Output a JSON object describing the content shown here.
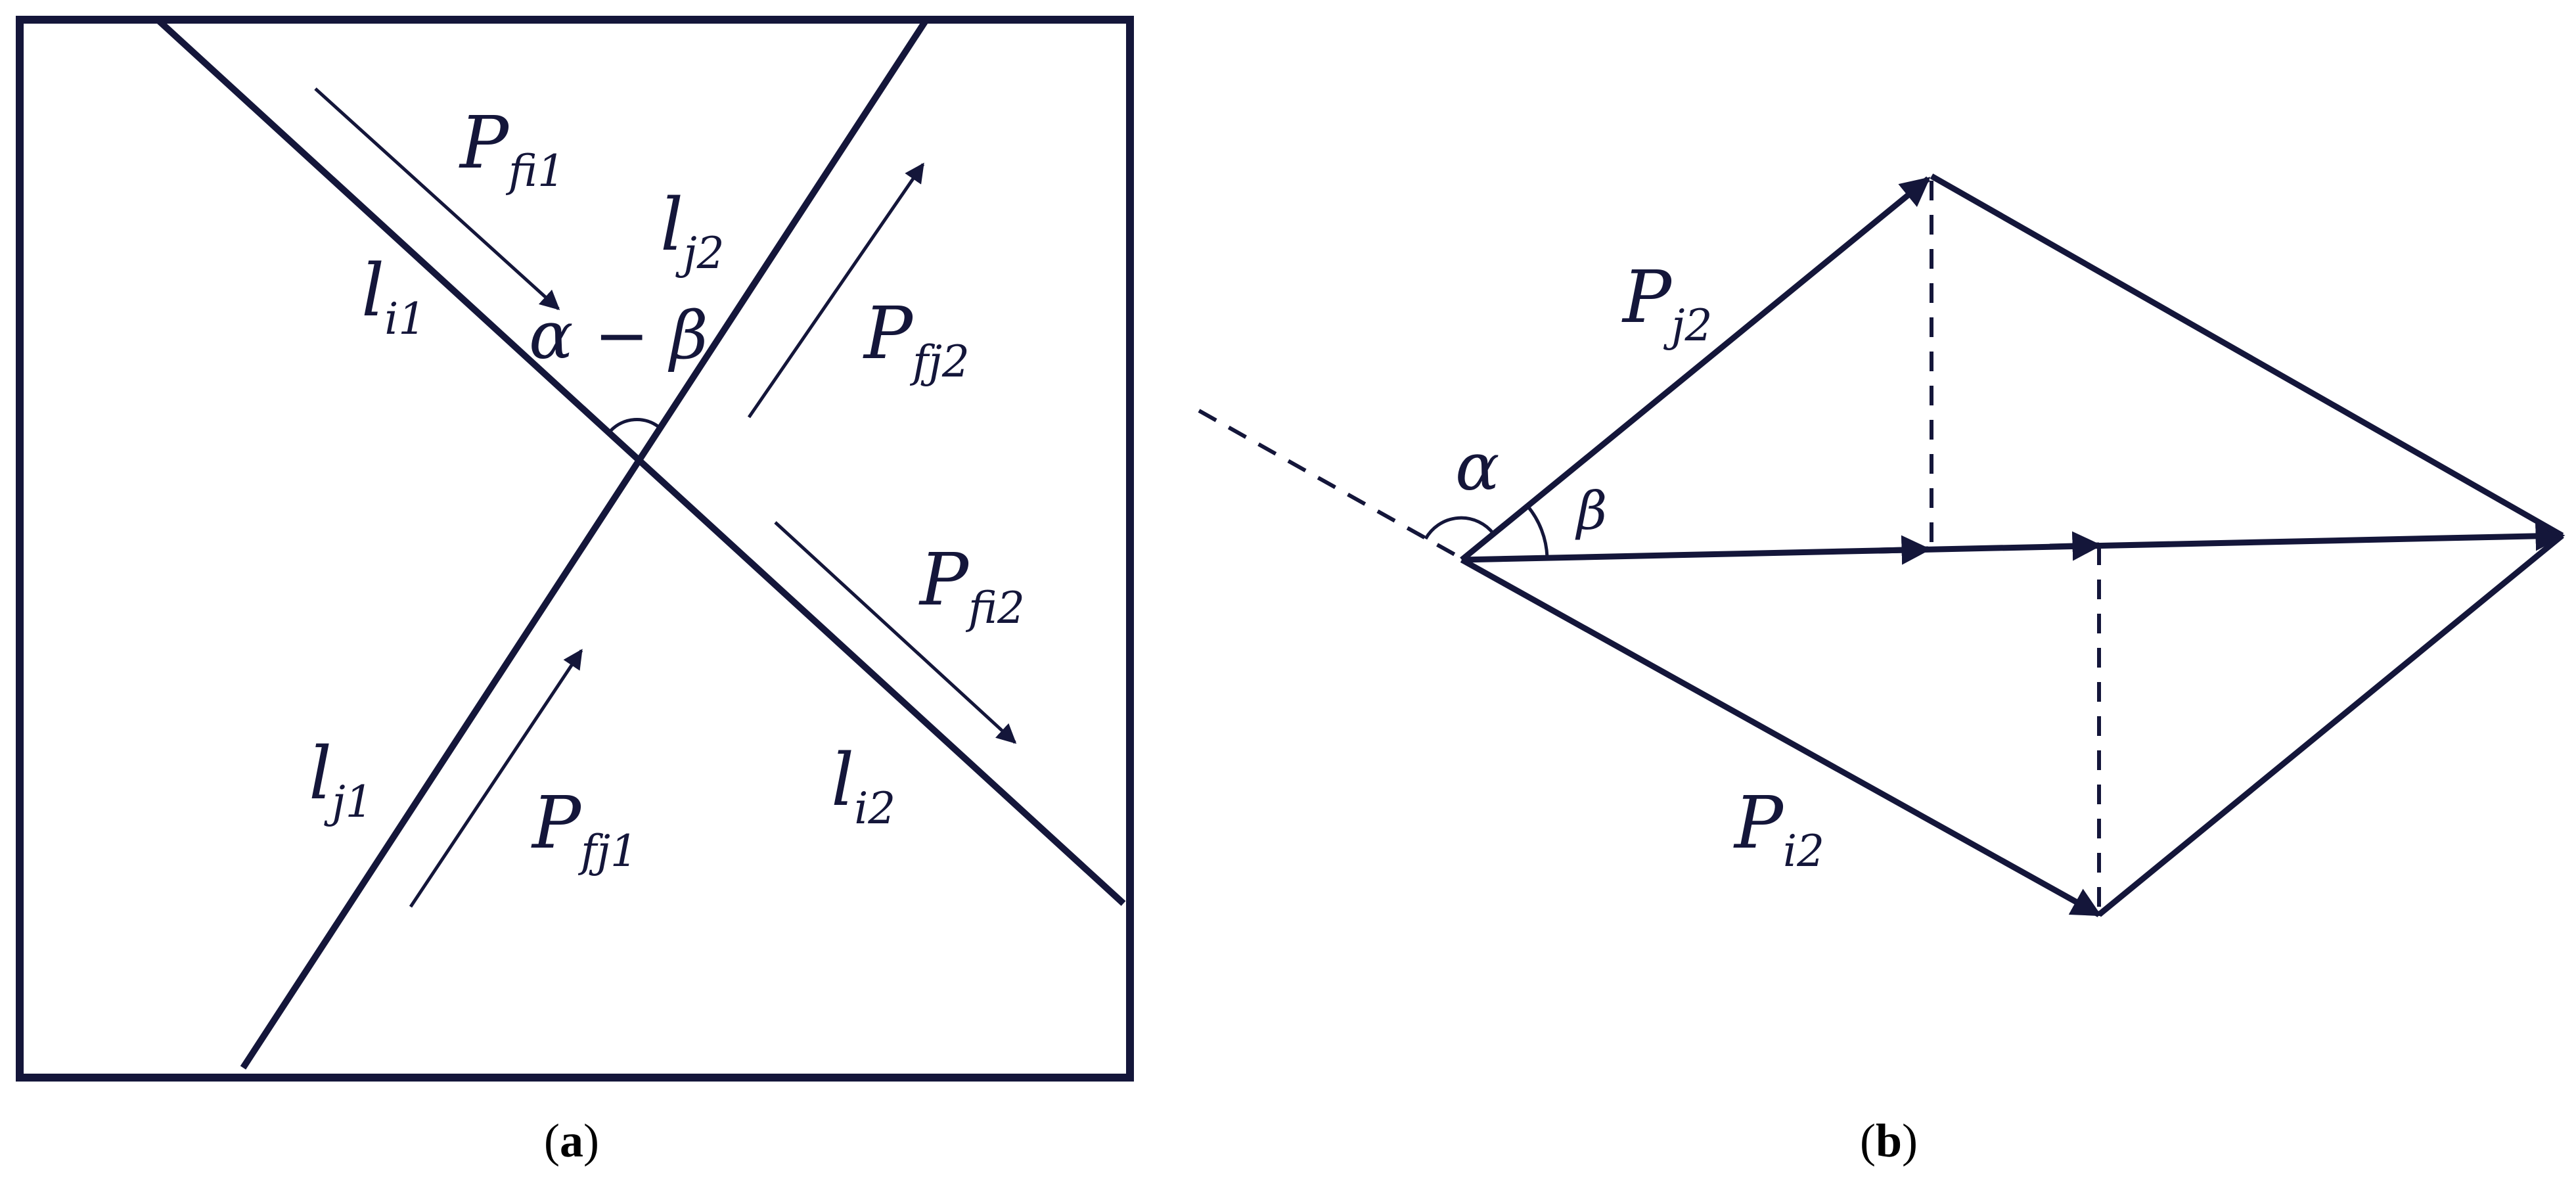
{
  "colors": {
    "ink": "#14163a",
    "background": "#ffffff"
  },
  "panel_a": {
    "caption": {
      "open": "(",
      "letter": "a",
      "close": ")"
    },
    "labels": {
      "P_fi1_top": {
        "main": "P",
        "sub": "fi1"
      },
      "l_j2": {
        "main": "l",
        "sub": "j2"
      },
      "l_i1": {
        "main": "l",
        "sub": "i1"
      },
      "angle": "α − β",
      "P_fj2": {
        "main": "P",
        "sub": "fj2"
      },
      "P_fi2": {
        "main": "P",
        "sub": "fi2"
      },
      "l_j1": {
        "main": "l",
        "sub": "j1"
      },
      "P_fj1": {
        "main": "P",
        "sub": "fj1"
      },
      "l_i2": {
        "main": "l",
        "sub": "i2"
      }
    }
  },
  "panel_b": {
    "caption": {
      "open": "(",
      "letter": "b",
      "close": ")"
    },
    "labels": {
      "P_j2": {
        "main": "P",
        "sub": "j2"
      },
      "alpha": "α",
      "beta": "β",
      "P_i2": {
        "main": "P",
        "sub": "i2"
      }
    }
  }
}
